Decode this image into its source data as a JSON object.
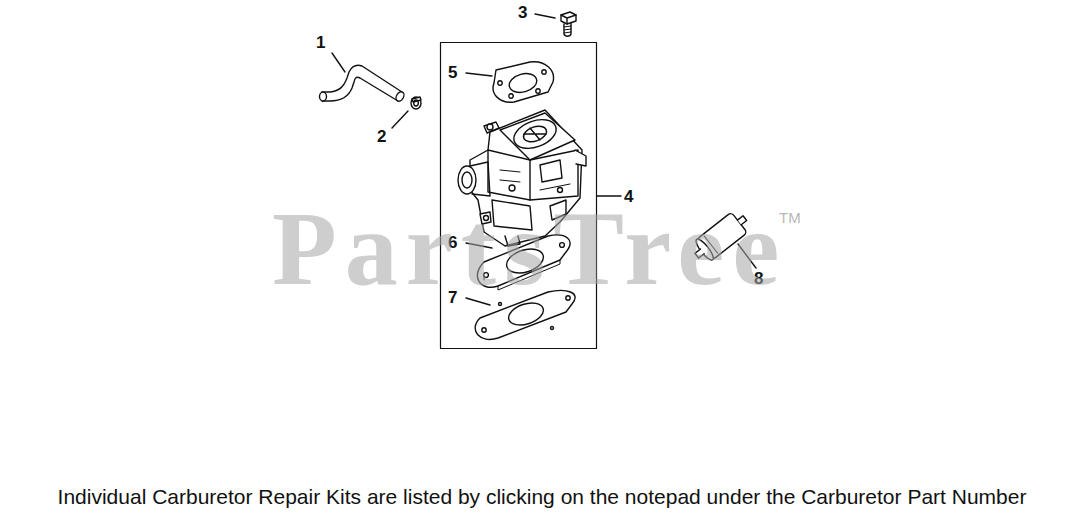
{
  "diagram": {
    "caption": "Individual Carburetor Repair Kits are listed by clicking on the notepad under the Carburetor Part Number",
    "labels": [
      "1",
      "2",
      "3",
      "5",
      "4",
      "6",
      "7",
      "8",
      "PartsTree",
      "TM"
    ]
  }
}
